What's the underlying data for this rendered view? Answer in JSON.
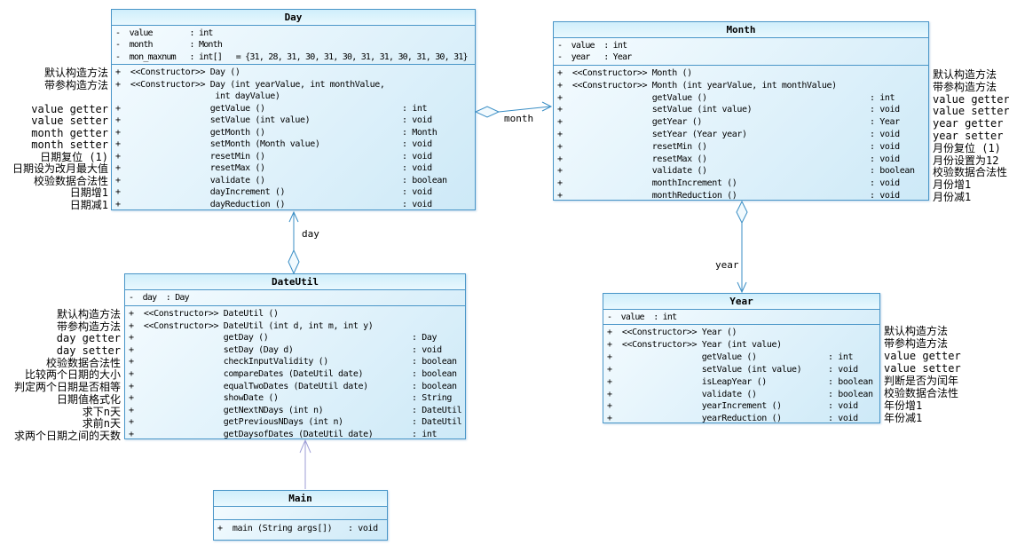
{
  "diagram": {
    "title": "date-utility-uml-class-diagram",
    "colors": {
      "box_border": "#4a96c8",
      "box_fill_light": "#f6fcff",
      "box_fill_dark": "#cde9f7",
      "title_fill": "#cfeefb",
      "connector_blue": "#3a8ec5",
      "connector_purple": "#9d9dd6",
      "text": "#000000"
    },
    "classes": [
      {
        "id": "day",
        "title": "Day",
        "attributes": [
          "-  value        : int",
          "-  month        : Month",
          "-  mon_maxnum   : int[]   = {31, 28, 31, 30, 31, 30, 31, 31, 30, 31, 30, 31}"
        ],
        "methods": [
          {
            "l": "+  <<Constructor>> Day ()",
            "r": ""
          },
          {
            "l": "+  <<Constructor>> Day (int yearValue, int monthValue,",
            "r": ""
          },
          {
            "l": "                    int dayValue)",
            "r": ""
          },
          {
            "l": "+                  getValue ()",
            "r": ": int"
          },
          {
            "l": "+                  setValue (int value)",
            "r": ": void"
          },
          {
            "l": "+                  getMonth ()",
            "r": ": Month"
          },
          {
            "l": "+                  setMonth (Month value)",
            "r": ": void"
          },
          {
            "l": "+                  resetMin ()",
            "r": ": void"
          },
          {
            "l": "+                  resetMax ()",
            "r": ": void"
          },
          {
            "l": "+                  validate ()",
            "r": ": boolean"
          },
          {
            "l": "+                  dayIncrement ()",
            "r": ": void"
          },
          {
            "l": "+                  dayReduction ()",
            "r": ": void"
          }
        ]
      },
      {
        "id": "month",
        "title": "Month",
        "attributes": [
          "-  value  : int",
          "-  year   : Year"
        ],
        "methods": [
          {
            "l": "+  <<Constructor>> Month ()",
            "r": ""
          },
          {
            "l": "+  <<Constructor>> Month (int yearValue, int monthValue)",
            "r": ""
          },
          {
            "l": "+                  getValue ()",
            "r": ": int"
          },
          {
            "l": "+                  setValue (int value)",
            "r": ": void"
          },
          {
            "l": "+                  getYear ()",
            "r": ": Year"
          },
          {
            "l": "+                  setYear (Year year)",
            "r": ": void"
          },
          {
            "l": "+                  resetMin ()",
            "r": ": void"
          },
          {
            "l": "+                  resetMax ()",
            "r": ": void"
          },
          {
            "l": "+                  validate ()",
            "r": ": boolean"
          },
          {
            "l": "+                  monthIncrement ()",
            "r": ": void"
          },
          {
            "l": "+                  monthReduction ()",
            "r": ": void"
          }
        ]
      },
      {
        "id": "dateutil",
        "title": "DateUtil",
        "attributes": [
          "-  day  : Day"
        ],
        "methods": [
          {
            "l": "+  <<Constructor>> DateUtil ()",
            "r": ""
          },
          {
            "l": "+  <<Constructor>> DateUtil (int d, int m, int y)",
            "r": ""
          },
          {
            "l": "+                  getDay ()",
            "r": ": Day"
          },
          {
            "l": "+                  setDay (Day d)",
            "r": ": void"
          },
          {
            "l": "+                  checkInputValidity ()",
            "r": ": boolean"
          },
          {
            "l": "+                  compareDates (DateUtil date)",
            "r": ": boolean"
          },
          {
            "l": "+                  equalTwoDates (DateUtil date)",
            "r": ": boolean"
          },
          {
            "l": "+                  showDate ()",
            "r": ": String"
          },
          {
            "l": "+                  getNextNDays (int n)",
            "r": ": DateUtil"
          },
          {
            "l": "+                  getPreviousNDays (int n)",
            "r": ": DateUtil"
          },
          {
            "l": "+                  getDaysofDates (DateUtil date)",
            "r": ": int"
          }
        ]
      },
      {
        "id": "year",
        "title": "Year",
        "attributes": [
          "-  value  : int"
        ],
        "methods": [
          {
            "l": "+  <<Constructor>> Year ()",
            "r": ""
          },
          {
            "l": "+  <<Constructor>> Year (int value)",
            "r": ""
          },
          {
            "l": "+                  getValue ()",
            "r": ": int"
          },
          {
            "l": "+                  setValue (int value)",
            "r": ": void"
          },
          {
            "l": "+                  isLeapYear ()",
            "r": ": boolean"
          },
          {
            "l": "+                  validate ()",
            "r": ": boolean"
          },
          {
            "l": "+                  yearIncrement ()",
            "r": ": void"
          },
          {
            "l": "+                  yearReduction ()",
            "r": ": void"
          }
        ]
      },
      {
        "id": "main",
        "title": "Main",
        "attributes": [],
        "methods": [
          {
            "l": "+  main (String args[])",
            "r": ": void"
          }
        ]
      }
    ],
    "annotations": {
      "day_left": [
        "默认构造方法",
        "带参构造方法",
        "",
        "value getter",
        "value setter",
        "month getter",
        "month setter",
        "日期复位 (1)",
        "日期设为改月最大值",
        "校验数据合法性",
        "日期增1",
        "日期减1"
      ],
      "month_right": [
        "默认构造方法",
        "带参构造方法",
        "value getter",
        "value setter",
        "year getter",
        "year setter",
        "月份复位 (1)",
        "月份设置为12",
        "校验数据合法性",
        "月份增1",
        "月份减1"
      ],
      "dateutil_left": [
        "默认构造方法",
        "带参构造方法",
        "day getter",
        "day setter",
        "校验数据合法性",
        "比较两个日期的大小",
        "判定两个日期是否相等",
        "日期值格式化",
        "求下n天",
        "求前n天",
        "求两个日期之间的天数"
      ],
      "year_right": [
        "默认构造方法",
        "带参构造方法",
        "value getter",
        "value setter",
        "判断是否为闰年",
        "校验数据合法性",
        "年份增1",
        "年份减1"
      ]
    },
    "connectors": [
      {
        "id": "day-month",
        "label": "month",
        "type": "aggregation-arrow",
        "from": "Day",
        "to": "Month"
      },
      {
        "id": "dateutil-day",
        "label": "day",
        "type": "aggregation-arrow",
        "from": "DateUtil",
        "to": "Day"
      },
      {
        "id": "month-year",
        "label": "year",
        "type": "aggregation-arrow",
        "from": "Month",
        "to": "Year"
      },
      {
        "id": "main-dateutil",
        "label": "",
        "type": "association-arrow",
        "from": "Main",
        "to": "DateUtil"
      }
    ]
  }
}
